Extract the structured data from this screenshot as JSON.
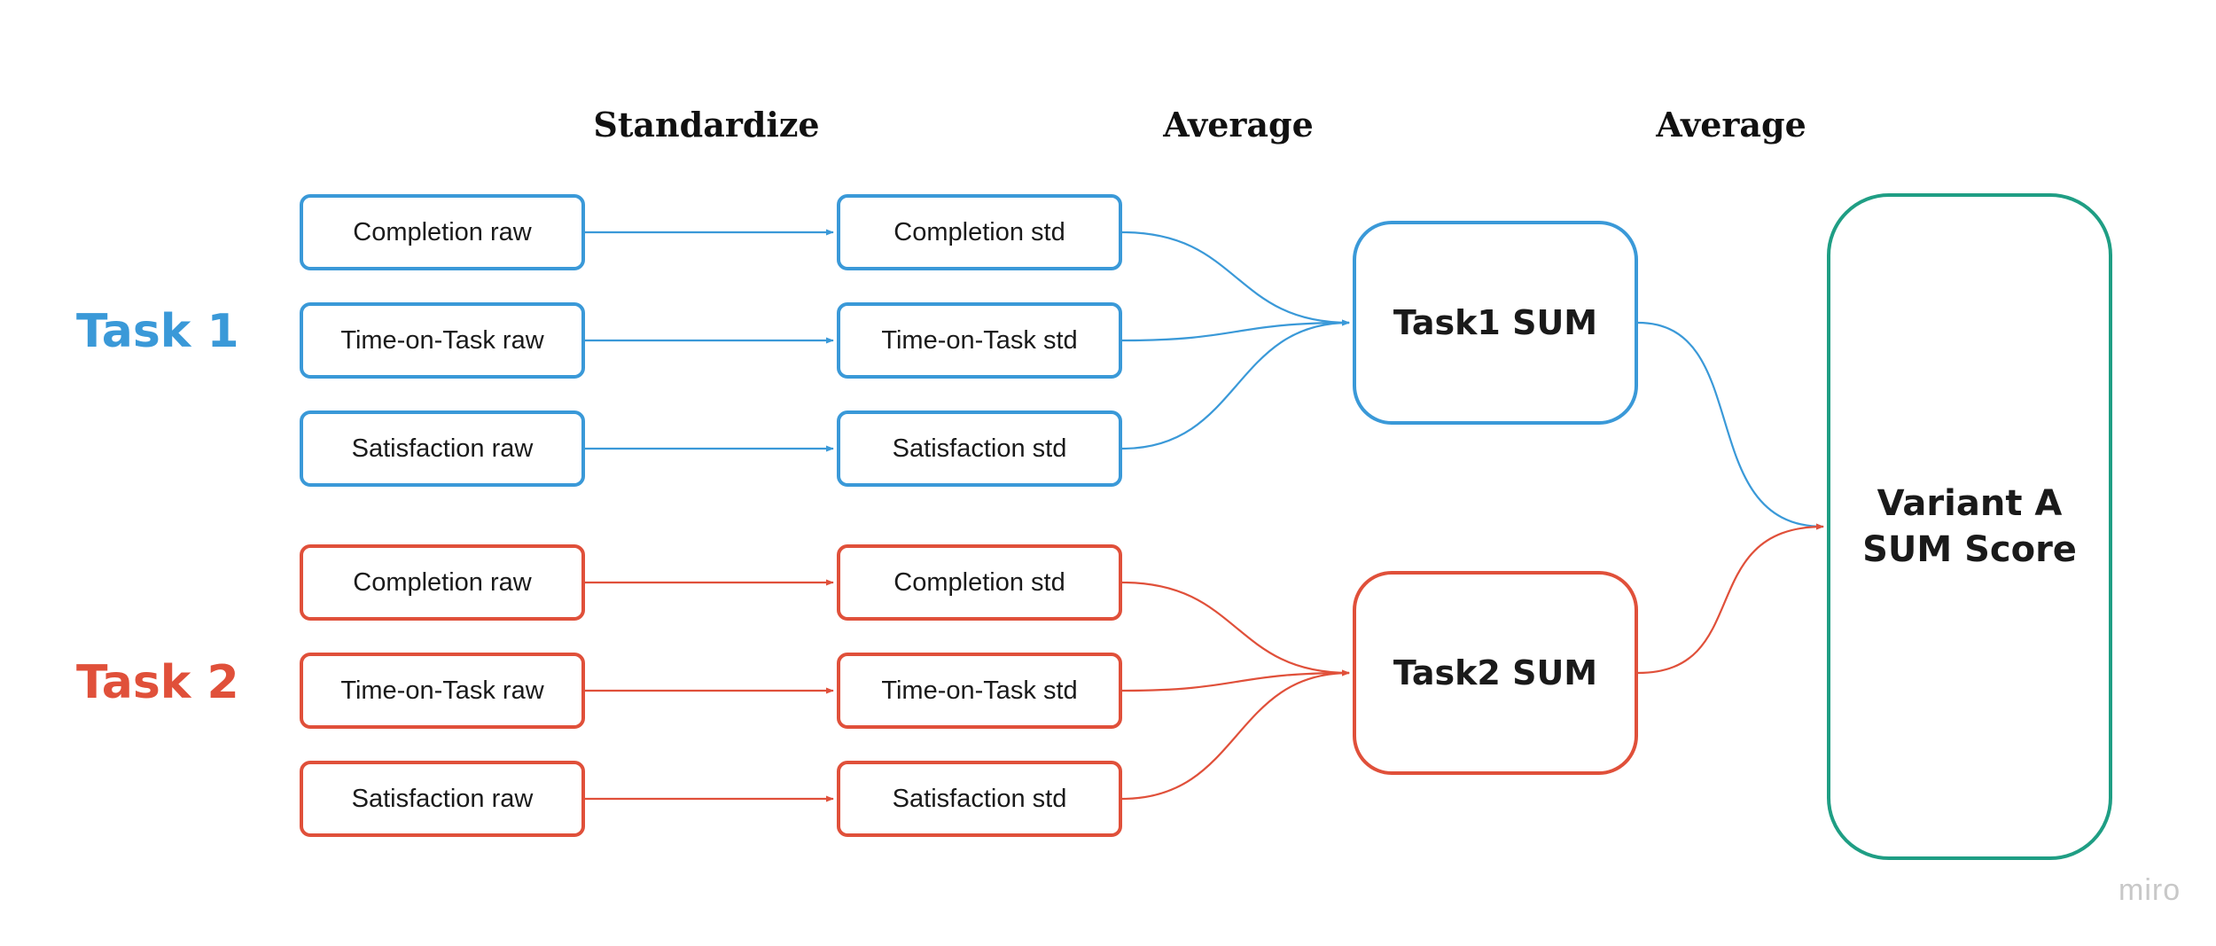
{
  "colors": {
    "task1": "#3a99d8",
    "task2": "#e0503a",
    "final": "#1f9e84"
  },
  "stages": {
    "standardize": "Standardize",
    "average1": "Average",
    "average2": "Average"
  },
  "task1": {
    "label": "Task 1",
    "raw": [
      "Completion raw",
      "Time-on-Task raw",
      "Satisfaction raw"
    ],
    "std": [
      "Completion std",
      "Time-on-Task std",
      "Satisfaction std"
    ],
    "sum": "Task1 SUM"
  },
  "task2": {
    "label": "Task 2",
    "raw": [
      "Completion raw",
      "Time-on-Task raw",
      "Satisfaction raw"
    ],
    "std": [
      "Completion std",
      "Time-on-Task std",
      "Satisfaction std"
    ],
    "sum": "Task2 SUM"
  },
  "final": {
    "line1": "Variant A",
    "line2": "SUM Score"
  },
  "brand": "miro"
}
